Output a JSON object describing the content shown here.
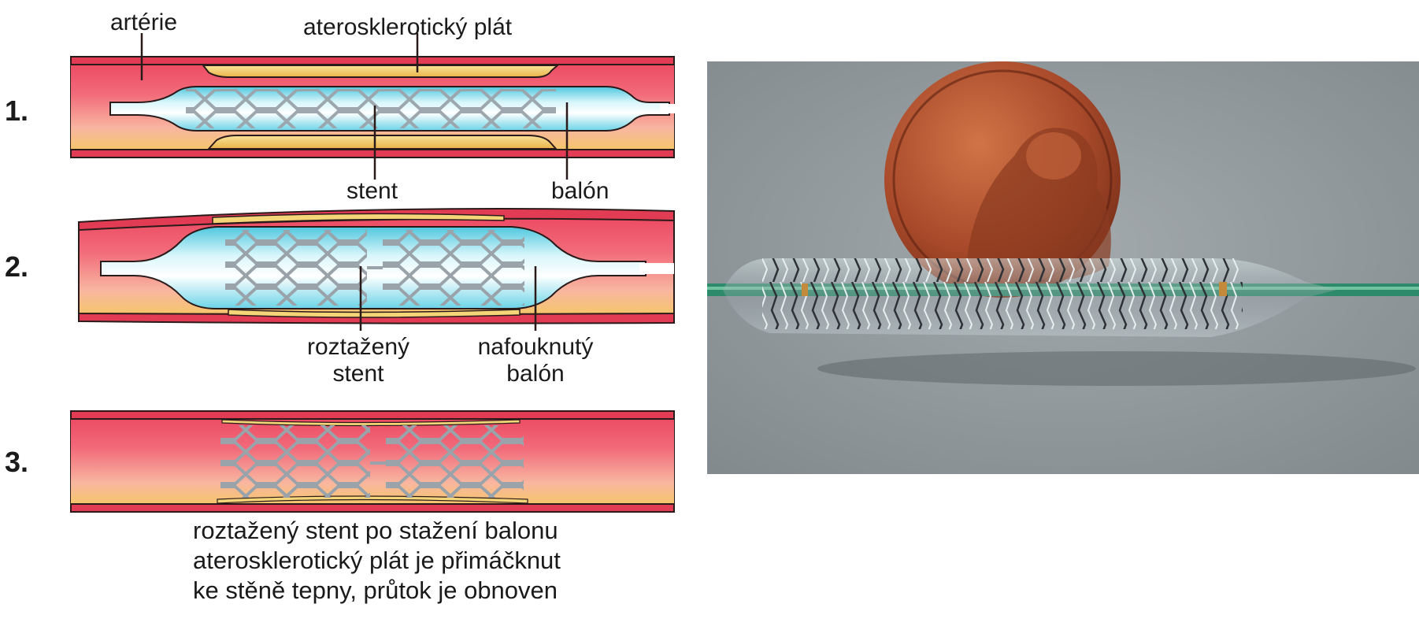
{
  "labels": {
    "artery": "artérie",
    "plaque": "aterosklerotický plát",
    "stent": "stent",
    "balloon": "balón",
    "expanded_stent_l1": "roztažený",
    "expanded_stent_l2": "stent",
    "inflated_balloon_l1": "nafouknutý",
    "inflated_balloon_l2": "balón"
  },
  "steps": [
    "1.",
    "2.",
    "3."
  ],
  "caption": [
    "roztažený stent po stažení balonu",
    "aterosklerotický plát je přimáčknut",
    "ke stěně tepny, průtok je obnoven"
  ],
  "colors": {
    "wall_outer": "#d9364f",
    "lumen_pink": "#f06d7d",
    "lumen_yellow": "#f6c76b",
    "plaque": "#f3d06e",
    "balloon_light": "#e8fbff",
    "balloon_blue": "#5fd1e6",
    "stent": "#9aa0a6",
    "photo_bg": "#8f979b",
    "coin": "#a24a28"
  }
}
